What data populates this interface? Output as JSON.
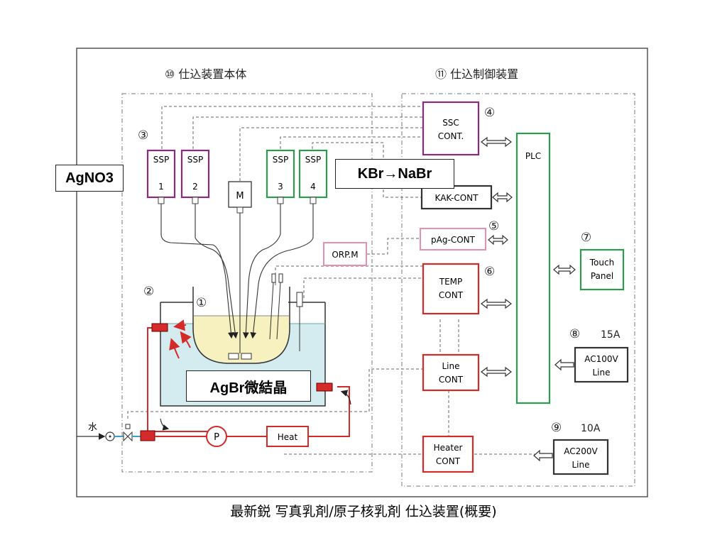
{
  "sections": {
    "main_body": "⑩ 仕込装置本体",
    "control": "⑪ 仕込制御装置"
  },
  "markers": {
    "m1": "①",
    "m2": "②",
    "m3": "③",
    "m4": "④",
    "m5": "⑤",
    "m6": "⑥",
    "m7": "⑦",
    "m8": "⑧",
    "m9": "⑨"
  },
  "pumps": [
    {
      "name": "SSP",
      "num": "1",
      "color": "#8b2a7a"
    },
    {
      "name": "SSP",
      "num": "2",
      "color": "#8b2a7a"
    },
    {
      "name": "SSP",
      "num": "3",
      "color": "#2e9a4e"
    },
    {
      "name": "SSP",
      "num": "4",
      "color": "#2e9a4e"
    }
  ],
  "motor": "M",
  "orp": "ORP.M",
  "ssc": {
    "line1": "SSC",
    "line2": "CONT."
  },
  "kak": "KAK-CONT",
  "pag": "pAg-CONT",
  "temp": {
    "line1": "TEMP",
    "line2": "CONT"
  },
  "line_cont": {
    "line1": "Line",
    "line2": "CONT"
  },
  "heater": {
    "line1": "Heater",
    "line2": "CONT"
  },
  "plc": "PLC",
  "touch": {
    "line1": "Touch",
    "line2": "Panel"
  },
  "ac100": {
    "line1": "AC100V",
    "line2": "Line",
    "amps": "15A"
  },
  "ac200": {
    "line1": "AC200V",
    "line2": "Line",
    "amps": "10A"
  },
  "heat": "Heat",
  "pump_p": "P",
  "water": "水",
  "overlays": {
    "agno3": "AgNO3",
    "kbr": "KBr→NaBr",
    "agbr": "AgBr微結晶"
  },
  "caption": "最新鋭  写真乳剤/原子核乳剤  仕込装置(概要)",
  "colors": {
    "red": "#d42a2a",
    "purple": "#8b2a7a",
    "green": "#2e9a4e",
    "pink": "#e88fb0",
    "water": "#d4ecef",
    "vessel": "#f7f1bf"
  }
}
